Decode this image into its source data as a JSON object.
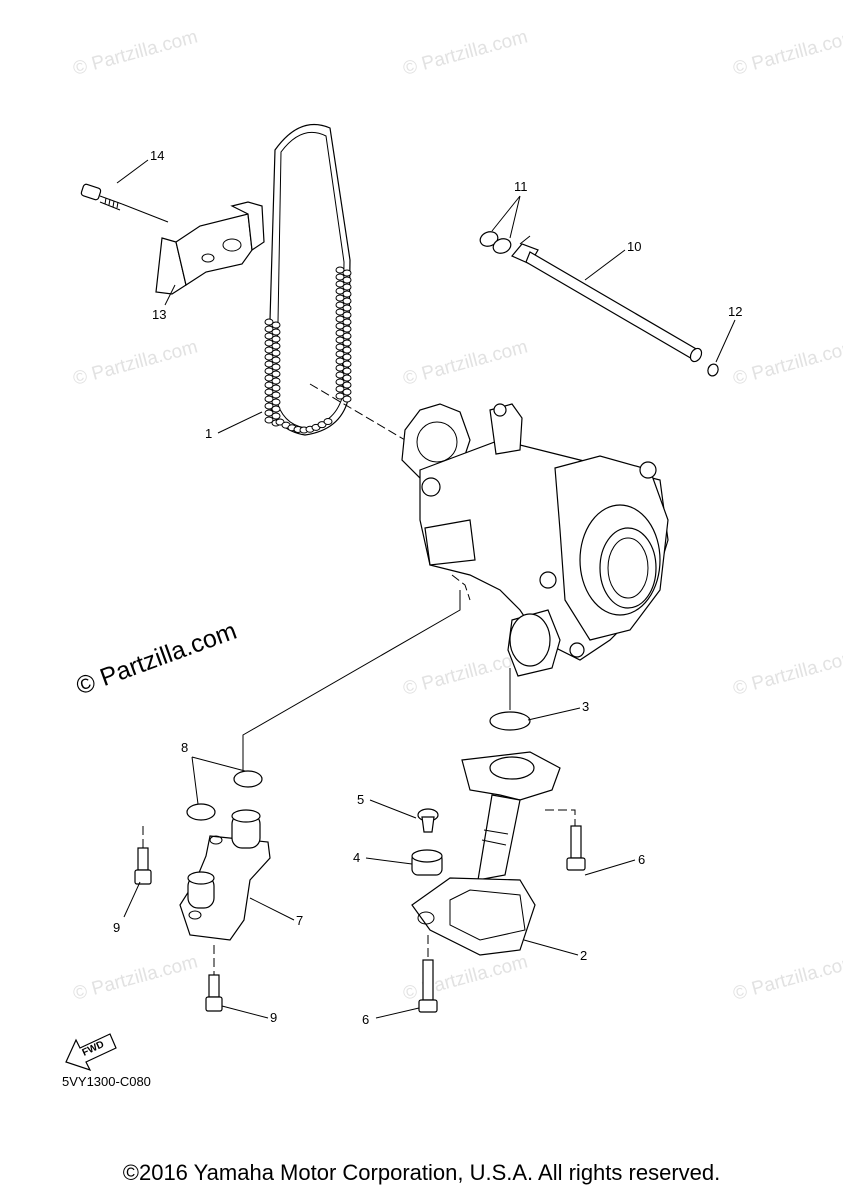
{
  "watermark": {
    "text": "© Partzilla.com",
    "featured_text": "© Partzilla.com"
  },
  "callouts": {
    "c1": "1",
    "c2": "2",
    "c3": "3",
    "c4": "4",
    "c5": "5",
    "c6a": "6",
    "c6b": "6",
    "c7": "7",
    "c8": "8",
    "c9a": "9",
    "c9b": "9",
    "c10": "10",
    "c11": "11",
    "c12": "12",
    "c13": "13",
    "c14": "14"
  },
  "fwd_label": "FWD",
  "diagram_code": "5VY1300-C080",
  "copyright": "©2016 Yamaha Motor Corporation, U.S.A. All rights reserved."
}
